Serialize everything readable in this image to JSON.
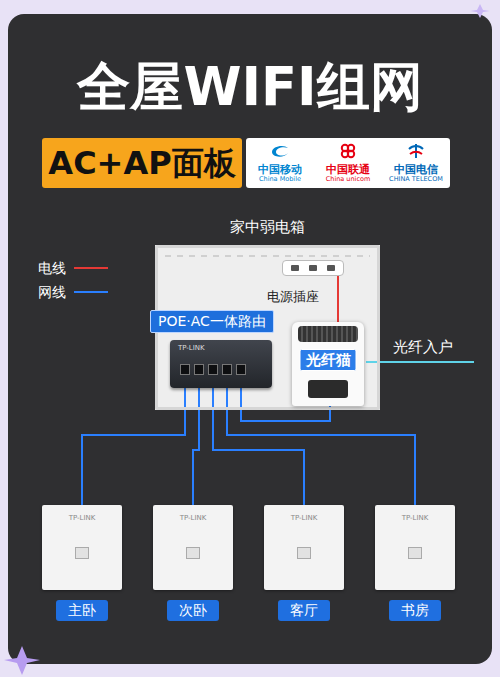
{
  "diagram": {
    "title": "全屋WIFI组网",
    "nodes": [
      {
        "text": [
          "AC+AP面板"
        ]
      },
      {
        "text": [
          "中国移动",
          "China Mobile",
          "中国联通",
          "China unicom",
          "中国电信",
          "CHINA TELECOM"
        ]
      },
      {
        "text": [
          "家中弱电箱"
        ]
      },
      {
        "text": [
          "POE·AC一体路由",
          "TP-LINK"
        ],
        "in": 2
      },
      {
        "text": [
          "电源插座"
        ],
        "in": 2
      },
      {
        "text": [
          "光纤猫"
        ],
        "in": 2
      },
      {
        "text": [
          "TP-LINK",
          "主卧"
        ]
      },
      {
        "text": [
          "TP-LINK",
          "次卧"
        ]
      },
      {
        "text": [
          "TP-LINK",
          "客厅"
        ]
      },
      {
        "text": [
          "TP-LINK",
          "书房"
        ]
      }
    ],
    "edges": [
      {
        "from": 3,
        "to": 6,
        "arrow": "none"
      },
      {
        "from": 3,
        "to": 7,
        "arrow": "none"
      },
      {
        "from": 3,
        "to": 8,
        "arrow": "none"
      },
      {
        "from": 3,
        "to": 9,
        "arrow": "none"
      },
      {
        "from": 4,
        "to": 5,
        "arrow": "none"
      },
      {
        "from": 5,
        "to": 3,
        "arrow": "none"
      }
    ],
    "labels": [
      "光纤入户"
    ],
    "legend": [
      {
        "text": "电线"
      },
      {
        "text": "网线"
      }
    ]
  }
}
